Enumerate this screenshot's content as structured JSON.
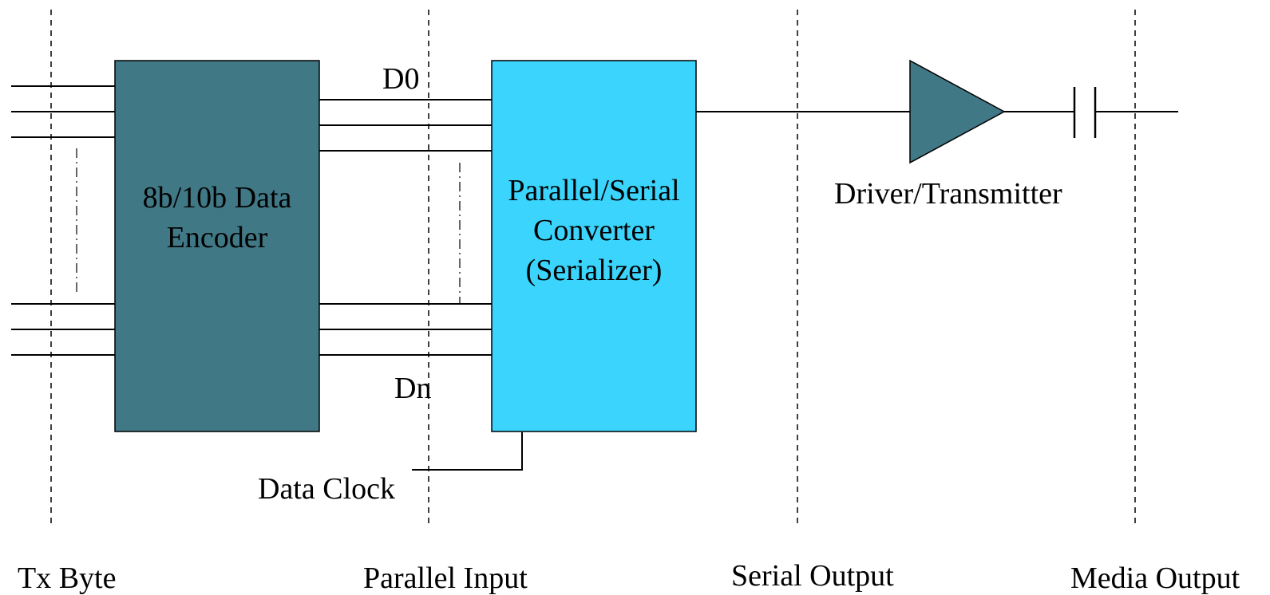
{
  "colors": {
    "encoder_fill": "#417886",
    "serializer_fill": "#3AD4FC",
    "driver_fill": "#417886",
    "line": "#000000"
  },
  "encoder": {
    "line1": "8b/10b Data",
    "line2": "Encoder"
  },
  "serializer": {
    "line1": "Parallel/Serial",
    "line2": "Converter",
    "line3": "(Serializer)"
  },
  "signals": {
    "d0": "D0",
    "dn": "Dn",
    "data_clock": "Data Clock"
  },
  "driver": {
    "label": "Driver/Transmitter"
  },
  "stages": {
    "tx_byte": "Tx Byte",
    "parallel_input": "Parallel Input",
    "serial_output": "Serial Output",
    "media_output": "Media Output"
  }
}
